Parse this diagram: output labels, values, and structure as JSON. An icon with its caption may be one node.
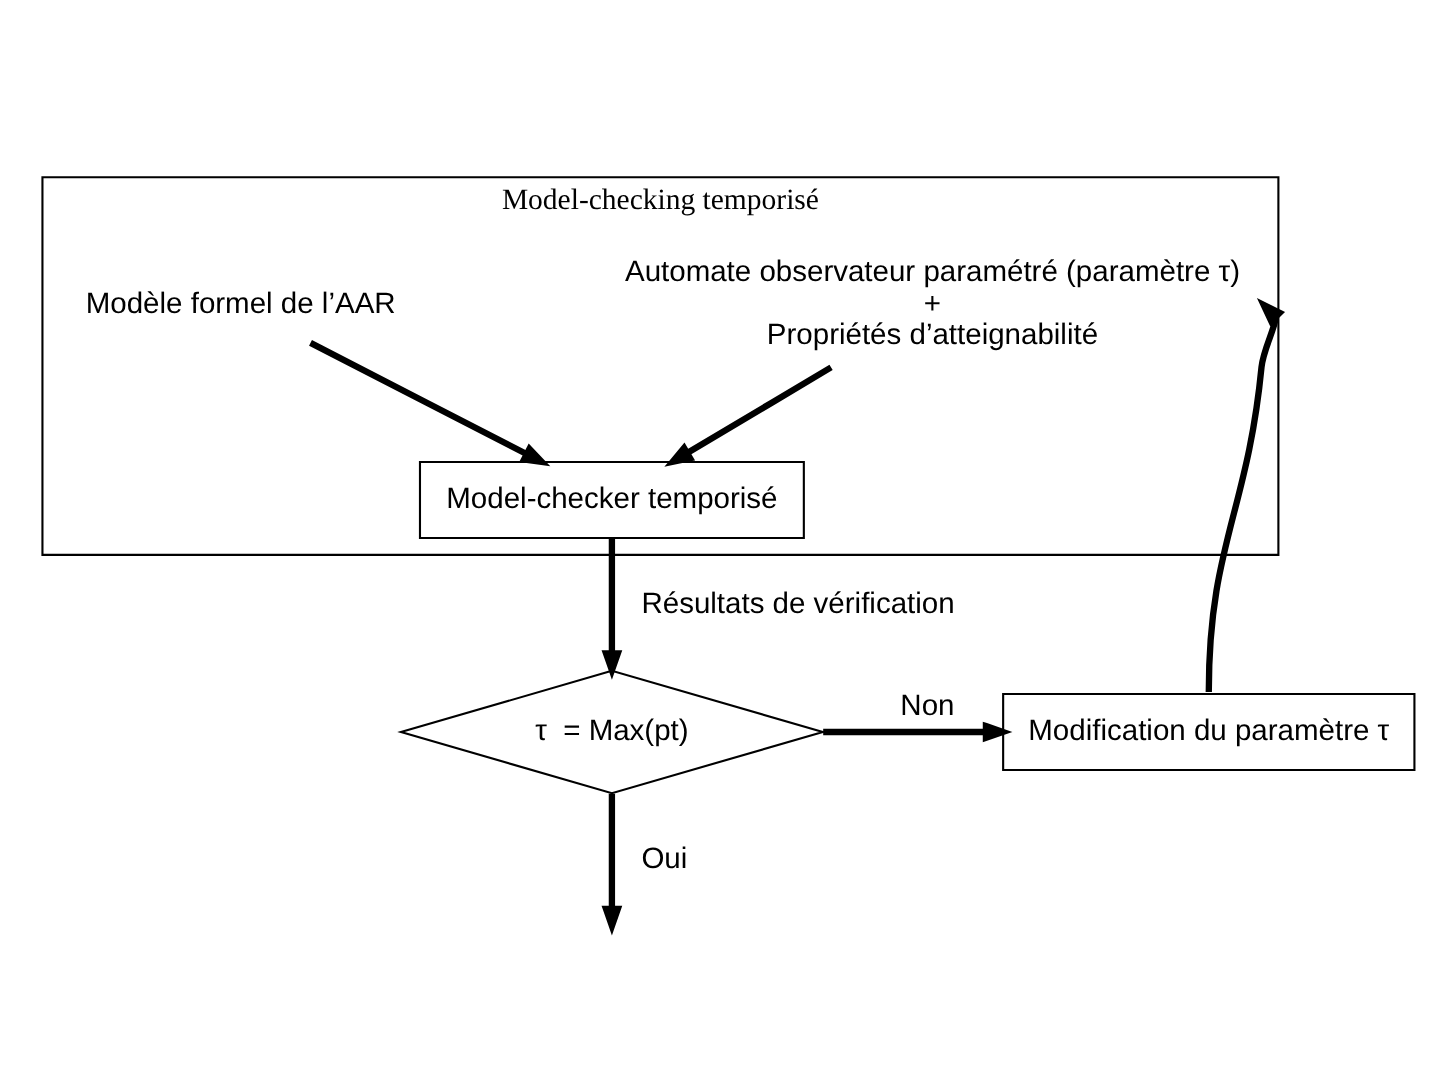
{
  "diagram": {
    "nodes": [
      {
        "text": [
          "Model-checking temporisé"
        ]
      },
      {
        "text": [
          "Modèle formel de l’AAR"
        ],
        "in": 0
      },
      {
        "text": [
          "Automate observateur paramétré (paramètre τ)",
          "+",
          "Propriétés d’atteignabilité"
        ],
        "in": 0
      },
      {
        "text": [
          "Model-checker temporisé"
        ],
        "in": 0
      },
      {
        "text": [
          "τ  = Max(pt)"
        ]
      },
      {
        "text": [
          "Modification du paramètre τ"
        ]
      }
    ],
    "edges": [
      {
        "from": 1,
        "to": 3,
        "arrow": "to"
      },
      {
        "from": 2,
        "to": 3,
        "arrow": "to"
      },
      {
        "from": 3,
        "to": 4,
        "arrow": "to",
        "label": "Résultats de vérification"
      },
      {
        "from": 4,
        "to": 5,
        "arrow": "to",
        "label": "Non"
      },
      {
        "from": 5,
        "to": 2,
        "arrow": "to"
      },
      {
        "from": 4,
        "to": null,
        "arrow": "to",
        "label": "Oui"
      }
    ]
  }
}
